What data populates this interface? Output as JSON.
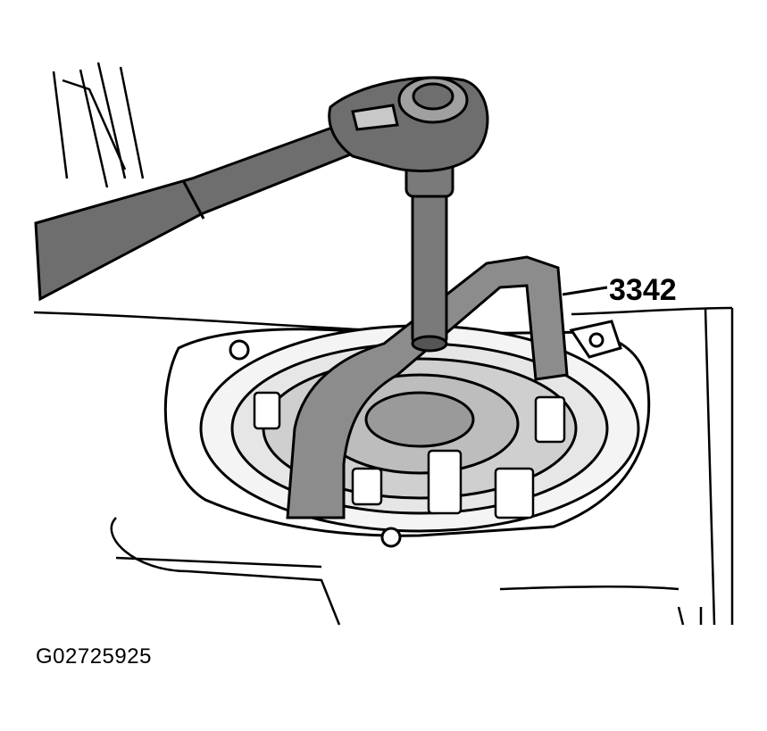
{
  "figure": {
    "callout_label": "3342",
    "figure_id": "G02725925"
  },
  "colors": {
    "line": "#000000",
    "tool_fill": "#8c8c8c",
    "handle_fill": "#6e6e6e",
    "background": "#ffffff"
  },
  "icons": [
    "ratchet-wrench",
    "extension-bar",
    "special-tool-3342",
    "strut-mount",
    "bolt-holes"
  ]
}
